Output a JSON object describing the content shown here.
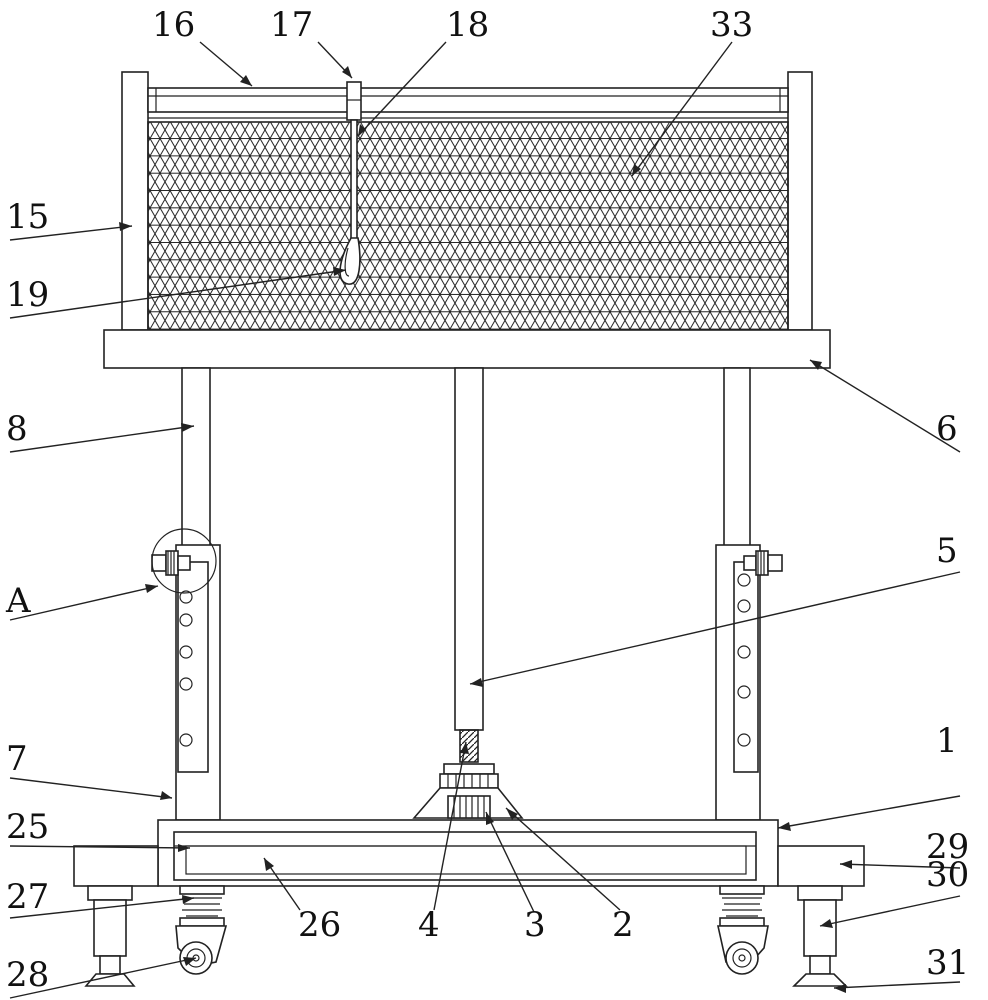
{
  "colors": {
    "line": "#222222",
    "background": "#ffffff"
  },
  "hatch": "triangular-mesh",
  "callouts": {
    "n1": "1",
    "n2": "2",
    "n3": "3",
    "n4": "4",
    "n5": "5",
    "n6": "6",
    "n7": "7",
    "n8": "8",
    "n15": "15",
    "n16": "16",
    "n17": "17",
    "n18": "18",
    "n19": "19",
    "n25": "25",
    "n26": "26",
    "n27": "27",
    "n28": "28",
    "n29": "29",
    "n30": "30",
    "n31": "31",
    "n33": "33",
    "nA": "A"
  }
}
